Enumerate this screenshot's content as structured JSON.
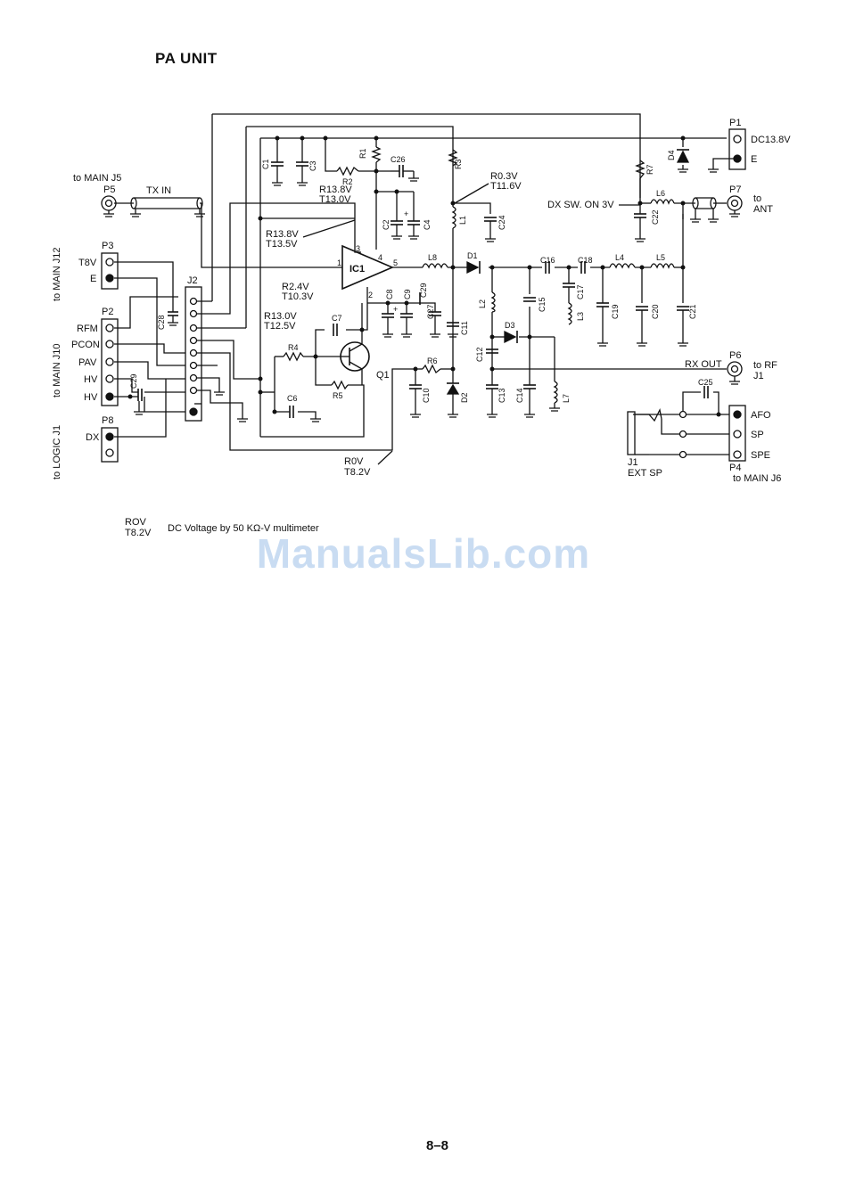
{
  "title": "PA UNIT",
  "page_number": "8–8",
  "watermark": "ManualsLib.com",
  "legend": {
    "rx_voltage": "ROV",
    "tx_voltage": "T8.2V",
    "note": "DC Voltage by 50 KΩ-V multimeter"
  },
  "connectors": {
    "p1": {
      "name": "P1",
      "pins": [
        "DC13.8V",
        "E"
      ]
    },
    "p2": {
      "name": "P2",
      "pins": [
        "RFM",
        "PCON",
        "PAV",
        "HV",
        "HV"
      ],
      "dest": "to MAIN J10"
    },
    "p3": {
      "name": "P3",
      "pins": [
        "T8V",
        "E"
      ],
      "dest": "to MAIN J12"
    },
    "p4": {
      "name": "P4",
      "pins": [
        "AFO",
        "SP",
        "SPE"
      ],
      "dest": "to MAIN J6"
    },
    "p5": {
      "name": "P5",
      "dest": "to MAIN J5",
      "signal": "TX IN"
    },
    "p6": {
      "name": "P6",
      "signal": "RX OUT",
      "dest_line1": "to RF",
      "dest_line2": "J1"
    },
    "p7": {
      "name": "P7",
      "dest_line1": "to",
      "dest_line2": "ANT"
    },
    "p8": {
      "name": "P8",
      "pins": [
        "DX"
      ],
      "dest": "to LOGIC J1"
    },
    "j1": {
      "name": "J1",
      "label": "EXT SP"
    },
    "j2": {
      "name": "J2"
    }
  },
  "components": {
    "ic1": "IC1",
    "q1": "Q1",
    "ic_pins": [
      "1",
      "2",
      "3",
      "4",
      "5"
    ],
    "resistors": [
      "R1",
      "R2",
      "R3",
      "R4",
      "R5",
      "R6",
      "R7"
    ],
    "capacitors": [
      "C1",
      "C2",
      "C3",
      "C4",
      "C6",
      "C7",
      "C8",
      "C9",
      "C10",
      "C11",
      "C12",
      "C13",
      "C14",
      "C15",
      "C16",
      "C17",
      "C18",
      "C19",
      "C20",
      "C21",
      "C22",
      "C23",
      "C24",
      "C25",
      "C26",
      "C27",
      "C28",
      "C29"
    ],
    "inductors": [
      "L1",
      "L2",
      "L3",
      "L4",
      "L5",
      "L6",
      "L7",
      "L8"
    ],
    "diodes": [
      "D1",
      "D2",
      "D3",
      "D4"
    ],
    "plus": "+"
  },
  "voltages": {
    "r2": [
      "R13.8V",
      "T13.0V"
    ],
    "ic_pin3": [
      "R13.8V",
      "T13.5V"
    ],
    "q1_base": [
      "R2.4V",
      "T10.3V"
    ],
    "q1_collector": [
      "R13.0V",
      "T12.5V"
    ],
    "l1_node": [
      "R0.3V",
      "T11.6V"
    ],
    "dx_switch": "DX SW. ON 3V",
    "rx_tx_line": [
      "R0V",
      "T8.2V"
    ]
  }
}
